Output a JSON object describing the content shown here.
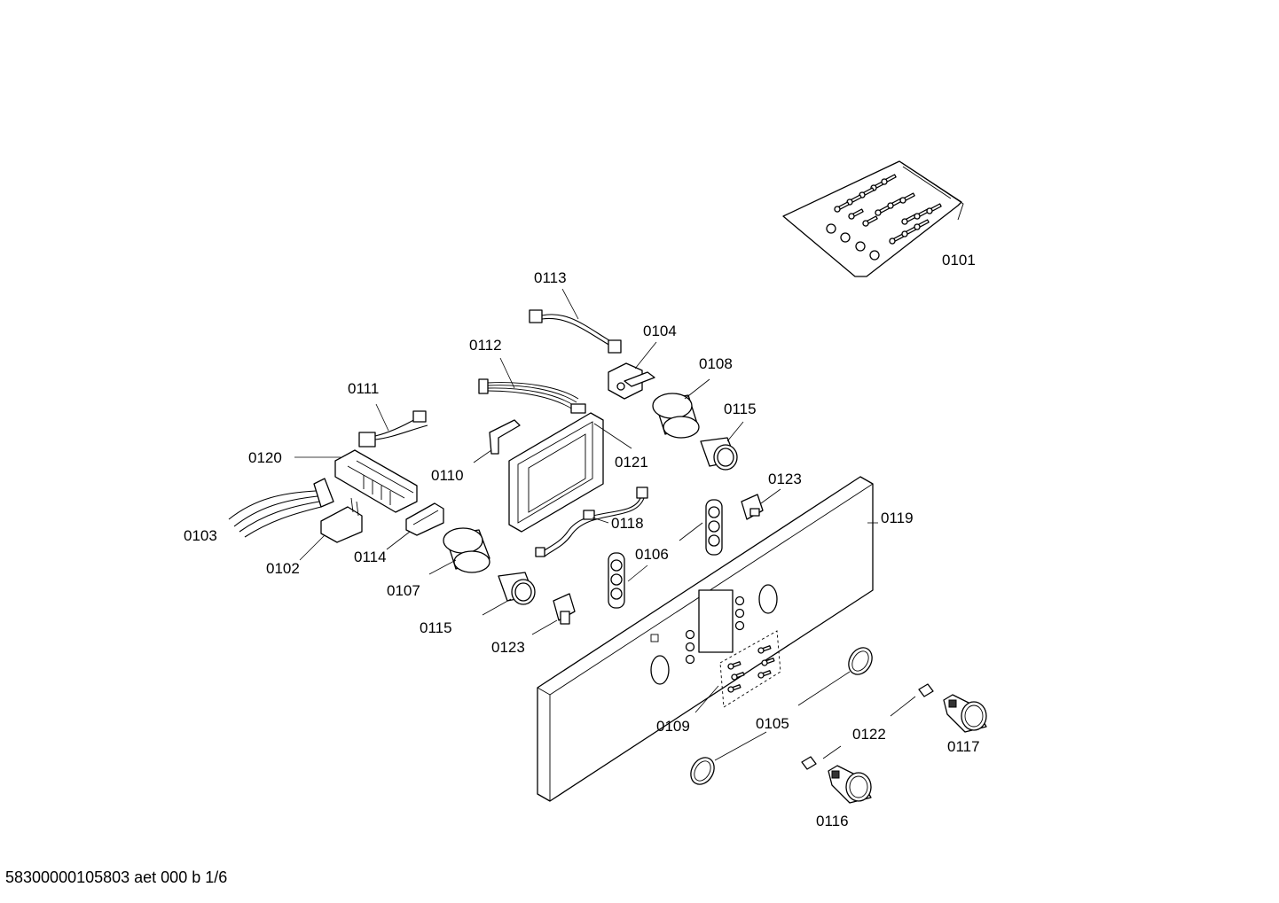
{
  "labels": {
    "l0101": "0101",
    "l0113": "0113",
    "l0104": "0104",
    "l0112": "0112",
    "l0108": "0108",
    "l0111": "0111",
    "l0115a": "0115",
    "l0120": "0120",
    "l0110": "0110",
    "l0121": "0121",
    "l0123a": "0123",
    "l0119": "0119",
    "l0103": "0103",
    "l0118": "0118",
    "l0102": "0102",
    "l0114": "0114",
    "l0106": "0106",
    "l0107": "0107",
    "l0115b": "0115",
    "l0123b": "0123",
    "l0109": "0109",
    "l0105": "0105",
    "l0122": "0122",
    "l0117": "0117",
    "l0116": "0116"
  },
  "footer": "58300000105803 aet 000 b 1/6"
}
